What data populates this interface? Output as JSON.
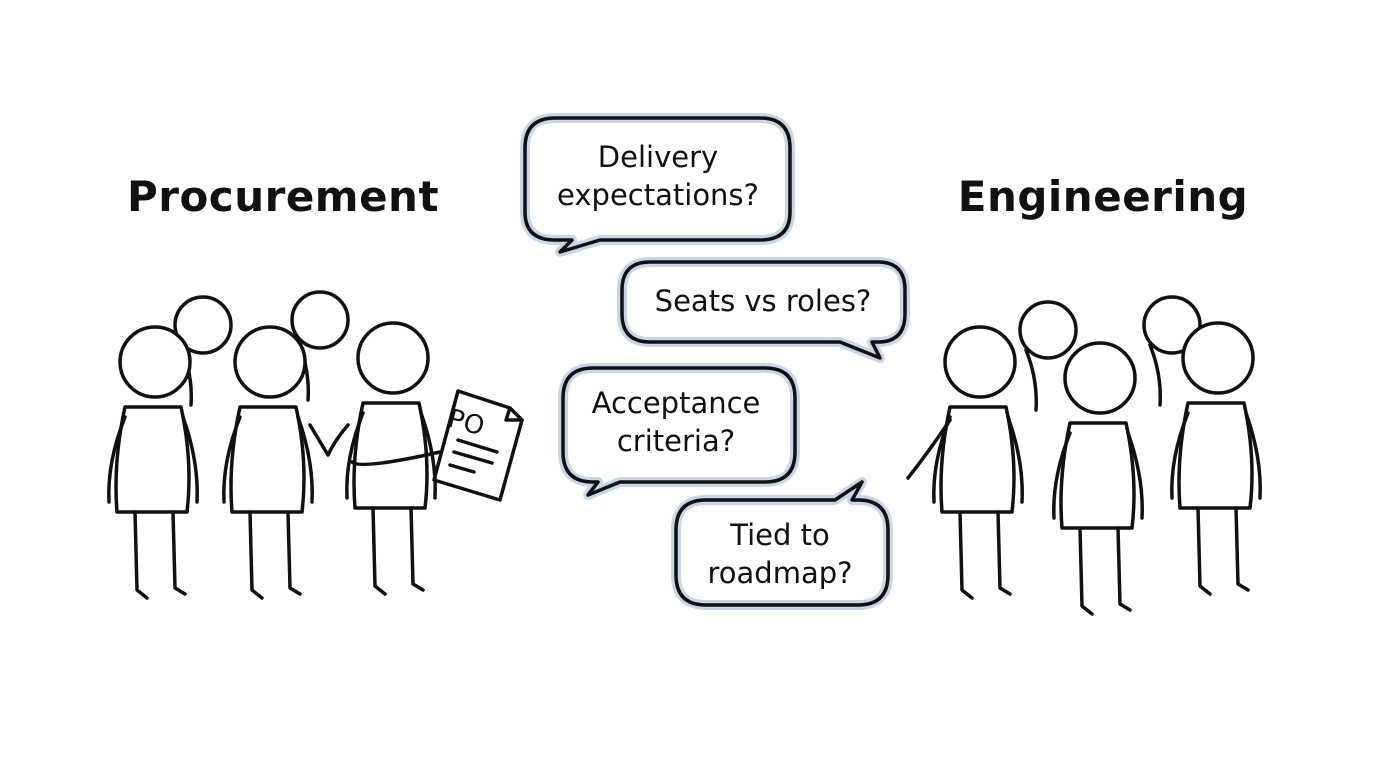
{
  "groups": {
    "left_label": "Procurement",
    "right_label": "Engineering"
  },
  "document_label": "PO",
  "bubbles": [
    {
      "lines": [
        "Delivery",
        "expectations?"
      ]
    },
    {
      "lines": [
        "Seats vs roles?"
      ]
    },
    {
      "lines": [
        "Acceptance",
        "criteria?"
      ]
    },
    {
      "lines": [
        "Tied to",
        "roadmap?"
      ]
    }
  ],
  "colors": {
    "ink": "#111111",
    "bubble_glow": "#c9d6ea"
  }
}
